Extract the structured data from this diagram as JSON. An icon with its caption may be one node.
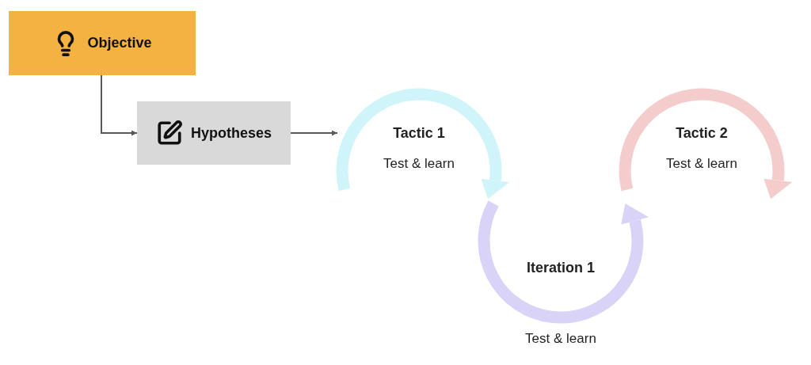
{
  "diagram": {
    "nodes": [
      {
        "text": [
          "Objective"
        ]
      },
      {
        "text": [
          "Hypotheses"
        ]
      },
      {
        "text": [
          "Tactic 1",
          "Test & learn"
        ]
      },
      {
        "text": [
          "Iteration 1",
          "Test & learn"
        ]
      },
      {
        "text": [
          "Tactic 2",
          "Test & learn"
        ]
      }
    ],
    "edges": [
      {
        "from": 0,
        "to": 1,
        "arrow": "to"
      },
      {
        "from": 1,
        "to": 2,
        "arrow": "to"
      }
    ]
  }
}
